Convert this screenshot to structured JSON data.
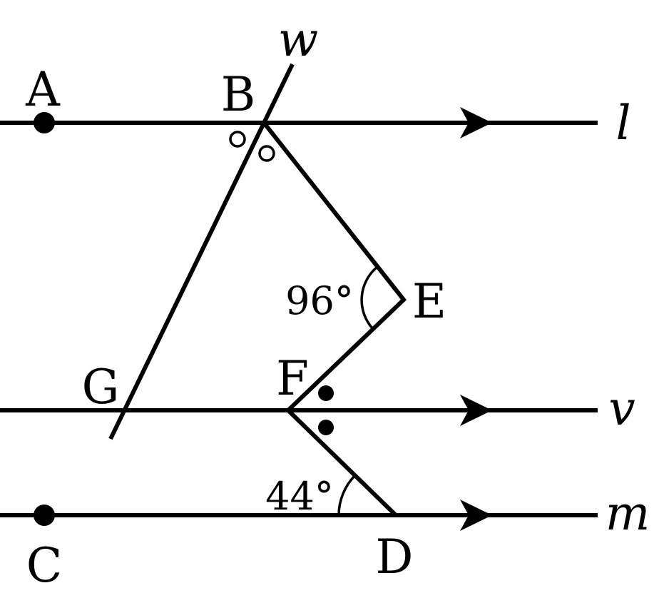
{
  "points": {
    "A": "A",
    "B": "B",
    "C": "C",
    "D": "D",
    "E": "E",
    "F": "F",
    "G": "G"
  },
  "lines": {
    "l": "l",
    "v": "v",
    "m": "m",
    "w": "w"
  },
  "angles": {
    "BEF": "96°",
    "FDC": "44°"
  },
  "colors": {
    "ink": "#000000",
    "background": "#ffffff"
  }
}
